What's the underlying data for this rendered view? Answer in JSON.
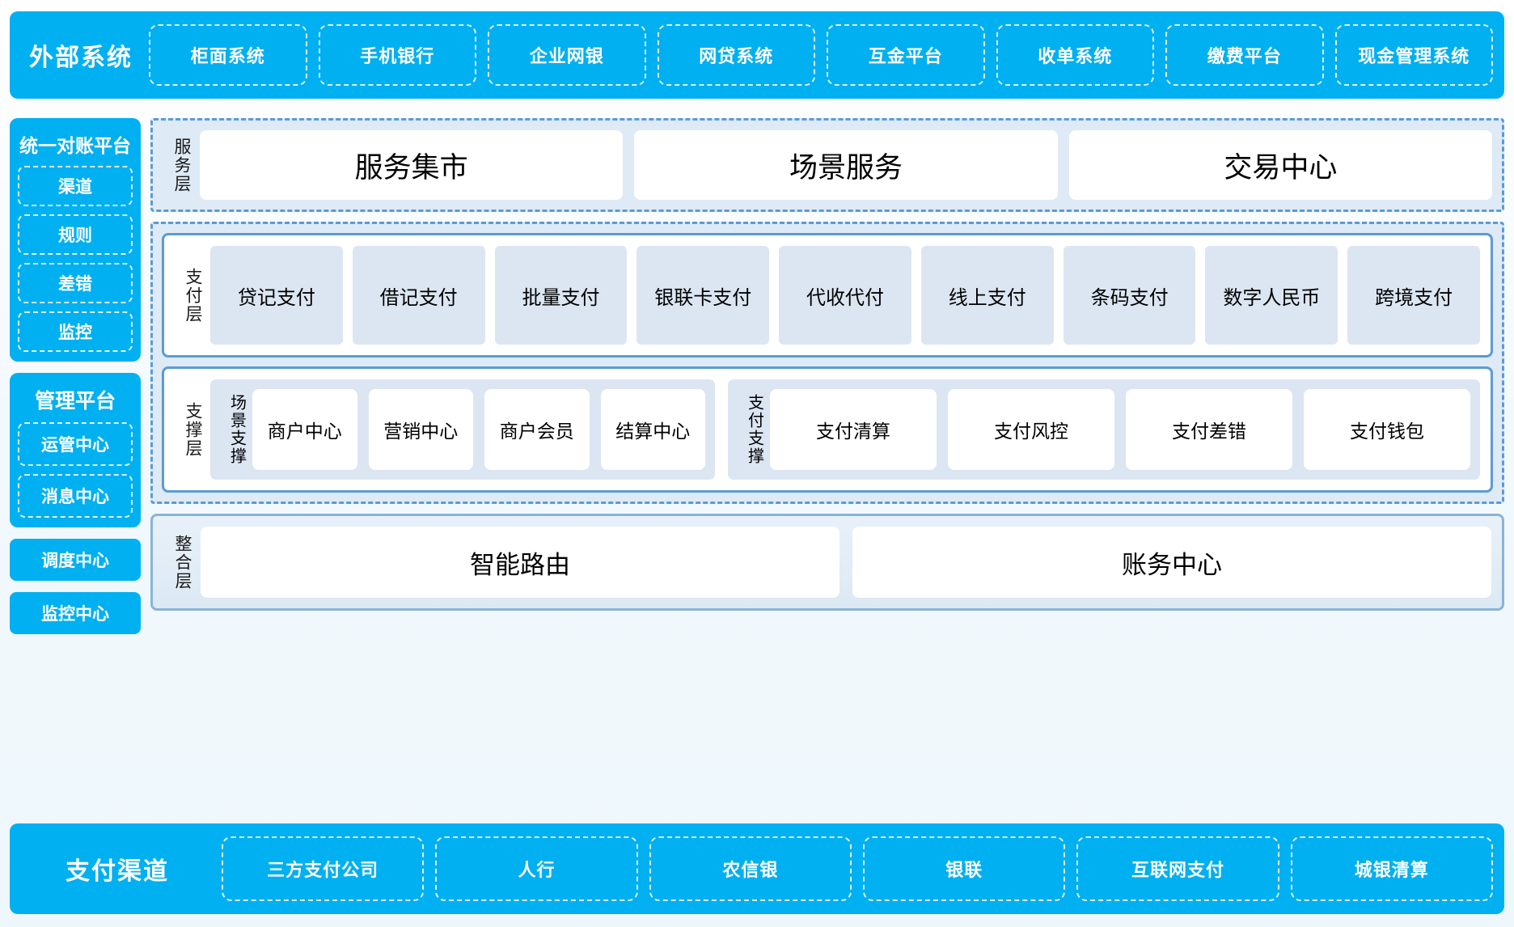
{
  "external_systems": {
    "title": "外部系统",
    "items": [
      "柜面系统",
      "手机银行",
      "企业网银",
      "网贷系统",
      "互金平台",
      "收单系统",
      "缴费平台",
      "现金管理系统"
    ]
  },
  "left_column": {
    "recon_platform": {
      "title": "统一对账平台",
      "items": [
        "渠道",
        "规则",
        "差错",
        "监控"
      ]
    },
    "mgmt_platform": {
      "title": "管理平台",
      "items": [
        "运管中心",
        "消息中心"
      ]
    },
    "standalone": [
      "调度中心",
      "监控中心"
    ]
  },
  "service_layer": {
    "label": "服务层",
    "items": [
      "服务集市",
      "场景服务",
      "交易中心"
    ]
  },
  "payment_layer": {
    "label": "支付层",
    "items": [
      "贷记支付",
      "借记支付",
      "批量支付",
      "银联卡支付",
      "代收代付",
      "线上支付",
      "条码支付",
      "数字人民币",
      "跨境支付"
    ]
  },
  "support_layer": {
    "label": "支撑层",
    "groups": [
      {
        "sublabel": "场景支撑",
        "items": [
          "商户中心",
          "营销中心",
          "商户会员",
          "结算中心"
        ]
      },
      {
        "sublabel": "支付支撑",
        "items": [
          "支付清算",
          "支付风控",
          "支付差错",
          "支付钱包"
        ]
      }
    ]
  },
  "integration_layer": {
    "label": "整合层",
    "items": [
      "智能路由",
      "账务中心"
    ]
  },
  "payment_channels": {
    "title": "支付渠道",
    "items": [
      "三方支付公司",
      "人行",
      "农信银",
      "银联",
      "互联网支付",
      "城银清算"
    ]
  },
  "colors": {
    "cyan": "#00b0f0",
    "dashed_blue": "#5b9bd5",
    "panel_fill": "#deeaf6",
    "tile_fill": "#dce6f2",
    "card_white": "#ffffff"
  }
}
